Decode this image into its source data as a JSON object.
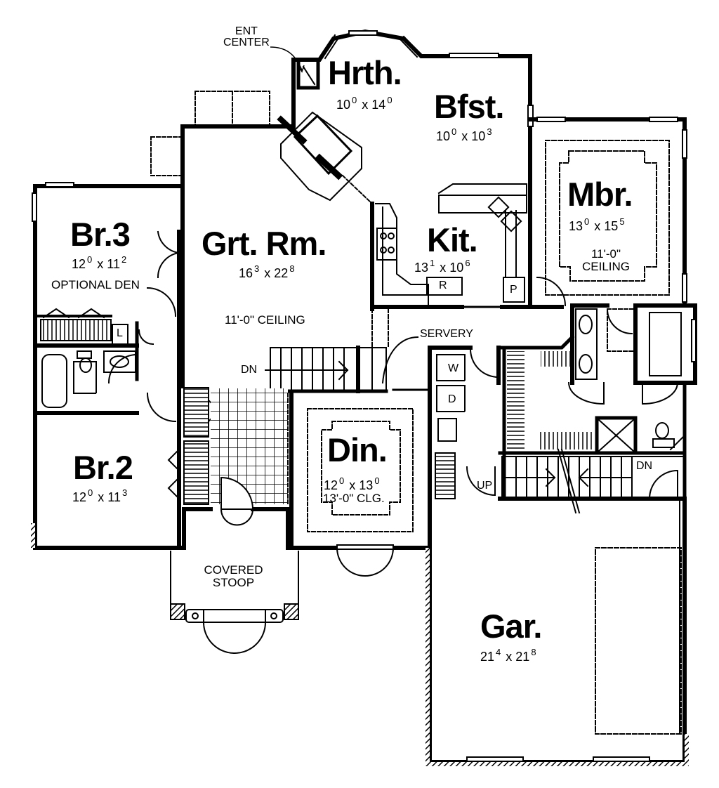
{
  "diagram": {
    "type": "floor-plan",
    "colors": {
      "line": "#000000",
      "background": "#ffffff"
    },
    "rooms": [
      {
        "id": "hearth",
        "name": "Hrth.",
        "dim_a": "10",
        "dim_a_in": "0",
        "dim_b": "14",
        "dim_b_in": "0"
      },
      {
        "id": "breakfast",
        "name": "Bfst.",
        "dim_a": "10",
        "dim_a_in": "0",
        "dim_b": "10",
        "dim_b_in": "3"
      },
      {
        "id": "master-bedroom",
        "name": "Mbr.",
        "dim_a": "13",
        "dim_a_in": "0",
        "dim_b": "15",
        "dim_b_in": "5",
        "note_line1": "11'-0\"",
        "note_line2": "CEILING"
      },
      {
        "id": "bedroom-3",
        "name": "Br.3",
        "dim_a": "12",
        "dim_a_in": "0",
        "dim_b": "11",
        "dim_b_in": "2",
        "note": "OPTIONAL DEN"
      },
      {
        "id": "great-room",
        "name": "Grt. Rm.",
        "dim_a": "16",
        "dim_a_in": "3",
        "dim_b": "22",
        "dim_b_in": "8",
        "note": "11'-0\" CEILING"
      },
      {
        "id": "kitchen",
        "name": "Kit.",
        "dim_a": "13",
        "dim_a_in": "1",
        "dim_b": "10",
        "dim_b_in": "6"
      },
      {
        "id": "bedroom-2",
        "name": "Br.2",
        "dim_a": "12",
        "dim_a_in": "0",
        "dim_b": "11",
        "dim_b_in": "3"
      },
      {
        "id": "dining",
        "name": "Din.",
        "dim_a": "12",
        "dim_a_in": "0",
        "dim_b": "13",
        "dim_b_in": "0",
        "note": "13'-0\" CLG."
      },
      {
        "id": "garage",
        "name": "Gar.",
        "dim_a": "21",
        "dim_a_in": "4",
        "dim_b": "21",
        "dim_b_in": "8"
      }
    ],
    "callouts": {
      "ent_center_line1": "ENT",
      "ent_center_line2": "CENTER",
      "servery": "SERVERY",
      "covered_stoop_line1": "COVERED",
      "covered_stoop_line2": "STOOP",
      "stair_dn_main": "DN",
      "stair_dn_garage": "DN",
      "stair_up": "UP"
    },
    "fixture_labels": {
      "linen": "L",
      "refrigerator": "R",
      "pantry": "P",
      "washer": "W",
      "dryer": "D"
    }
  }
}
